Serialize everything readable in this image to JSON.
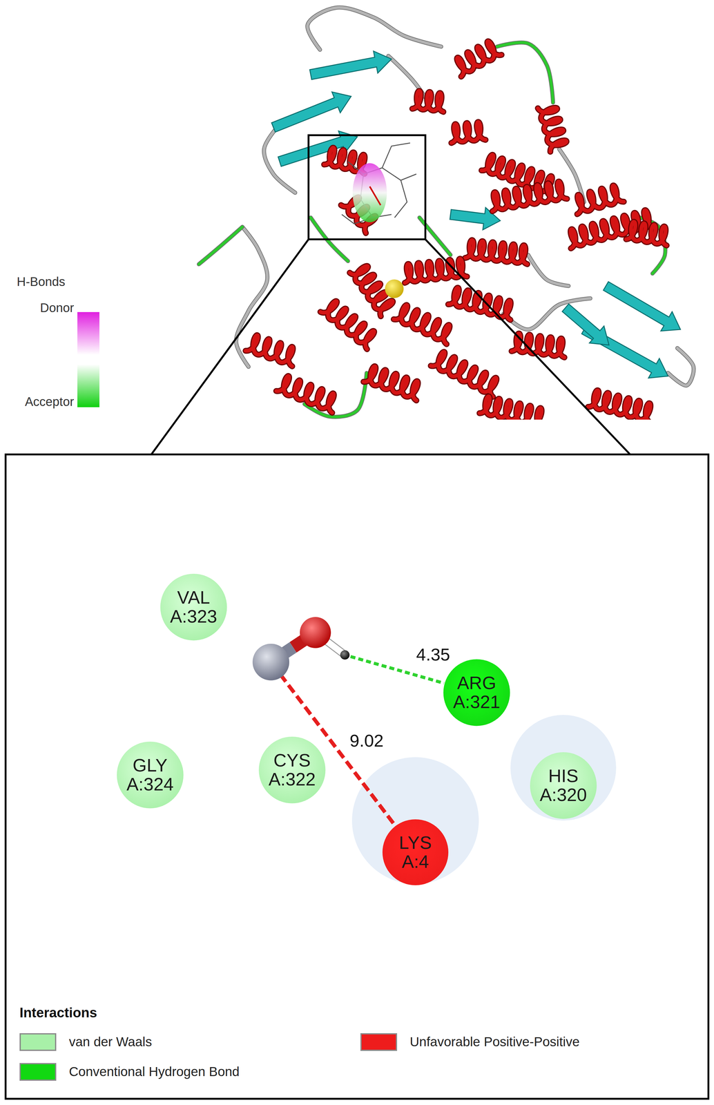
{
  "diagram": {
    "nodes": [
      {
        "text": [
          "VAL A:323"
        ]
      },
      {
        "text": [
          "ARG A:321"
        ]
      },
      {
        "text": [
          "GLY A:324"
        ]
      },
      {
        "text": [
          "CYS A:322"
        ]
      },
      {
        "text": [
          "HIS A:320"
        ]
      },
      {
        "text": [
          "LYS A:4"
        ]
      }
    ],
    "labels": [
      "H-Bonds",
      "Donor",
      "Acceptor",
      "4.35",
      "9.02",
      "Interactions"
    ],
    "legend": [
      {
        "text": "van der Waals",
        "color": "#a8f0a8"
      },
      {
        "text": "Conventional Hydrogen Bond",
        "color": "#12d812"
      },
      {
        "text": "Unfavorable Positive-Positive",
        "color": "#ee1c1c"
      }
    ]
  }
}
